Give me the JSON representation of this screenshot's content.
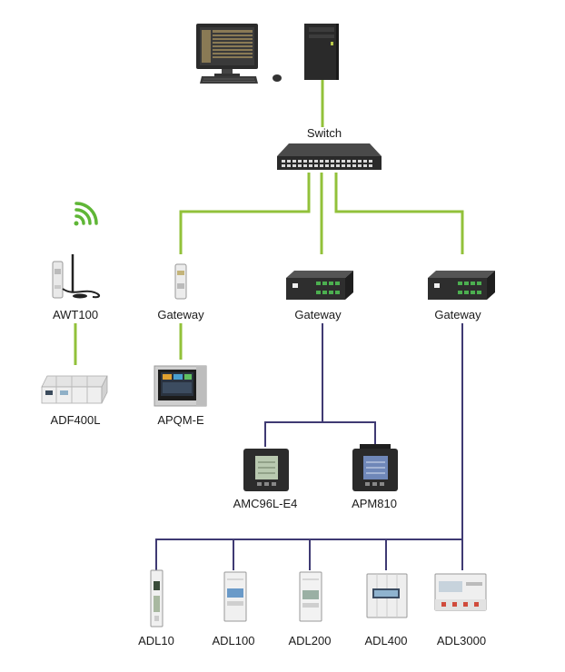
{
  "labels": {
    "switch": "Switch",
    "awt100": "AWT100",
    "gateway_1": "Gateway",
    "gateway_2": "Gateway",
    "gateway_3": "Gateway",
    "adf400l": "ADF400L",
    "apqm_e": "APQM-E",
    "amc96l_e4": "AMC96L-E4",
    "apm810": "APM810",
    "adl10": "ADL10",
    "adl100": "ADL100",
    "adl200": "ADL200",
    "adl400": "ADL400",
    "adl3000": "ADL3000"
  },
  "colors": {
    "ethernet_link": "#92c13a",
    "rs485_link": "#3f3a73",
    "wifi_icon": "#5fb636"
  }
}
